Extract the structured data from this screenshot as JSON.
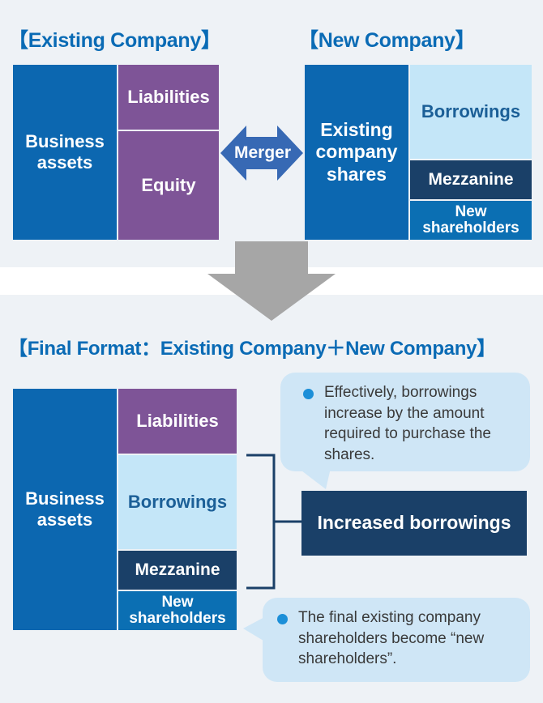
{
  "colors": {
    "accent_blue": "#0c67b0",
    "purple": "#7e5497",
    "light_blue": "#c4e6f8",
    "navy": "#1a4068",
    "panel_bg": "#eef2f6",
    "arrow_gray": "#a6a6a6",
    "bubble_bg": "#cfe6f6"
  },
  "top": {
    "existing_heading": "【Existing Company】",
    "new_heading": "【New Company】",
    "existing": {
      "business_assets": "Business assets",
      "liabilities": "Liabilities",
      "equity": "Equity"
    },
    "merger_label": "Merger",
    "new": {
      "existing_company_shares": "Existing company shares",
      "borrowings": "Borrowings",
      "mezzanine": "Mezzanine",
      "new_shareholders": "New shareholders"
    }
  },
  "arrow_icon": "down-arrow",
  "final": {
    "heading": "【Final Format：Existing Company＋New Company】",
    "business_assets": "Business assets",
    "liabilities": "Liabilities",
    "borrowings": "Borrowings",
    "mezzanine": "Mezzanine",
    "new_shareholders": "New shareholders",
    "increased_borrowings": "Increased borrowings",
    "note_top": "Effectively, borrowings increase by the amount required to purchase the shares.",
    "note_bottom": "The final existing company shareholders become “new shareholders”."
  }
}
